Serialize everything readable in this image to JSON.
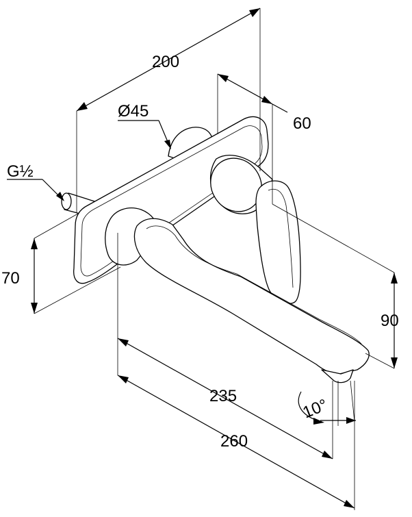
{
  "dimensions": {
    "width_200": "200",
    "depth_60": "60",
    "diameter_45": "Ø45",
    "thread": "G½",
    "height_70": "70",
    "height_90": "90",
    "length_235": "235",
    "length_260": "260",
    "angle_10": "10°"
  }
}
